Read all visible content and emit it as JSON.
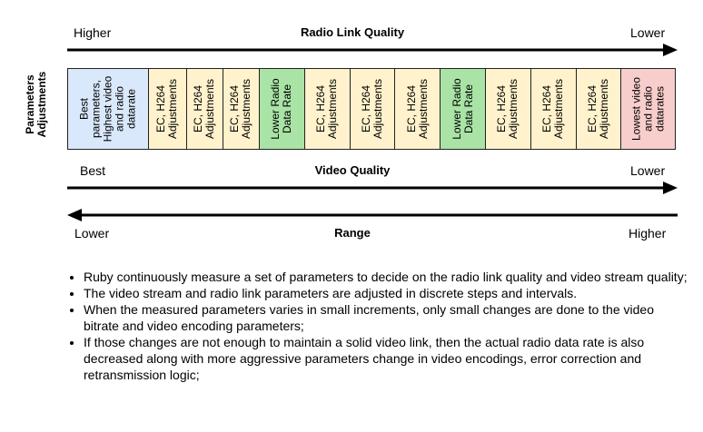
{
  "radio_link": {
    "title": "Radio Link Quality",
    "left": "Higher",
    "right": "Lower"
  },
  "video_quality": {
    "title": "Video Quality",
    "left": "Best",
    "right": "Lower"
  },
  "range": {
    "title": "Range",
    "left": "Lower",
    "right": "Higher"
  },
  "side_title_lines": [
    "Parameters",
    "Adjustments"
  ],
  "cells": [
    {
      "color": "blue",
      "lines": [
        "Best",
        "parameters,",
        "Highest video",
        "and radio",
        "datarate"
      ]
    },
    {
      "color": "yellow",
      "lines": [
        "EC, H264",
        "Adjustments"
      ]
    },
    {
      "color": "yellow",
      "lines": [
        "EC, H264",
        "Adjustments"
      ]
    },
    {
      "color": "yellow",
      "lines": [
        "EC, H264",
        "Adjustments"
      ]
    },
    {
      "color": "green",
      "lines": [
        "Lower Radio",
        "Data Rate"
      ]
    },
    {
      "color": "yellow",
      "lines": [
        "EC, H264",
        "Adjustments"
      ]
    },
    {
      "color": "yellow",
      "lines": [
        "EC, H264",
        "Adjustments"
      ]
    },
    {
      "color": "yellow",
      "lines": [
        "EC, H264",
        "Adjustments"
      ]
    },
    {
      "color": "green",
      "lines": [
        "Lower Radio",
        "Data Rate"
      ]
    },
    {
      "color": "yellow",
      "lines": [
        "EC, H264",
        "Adjustments"
      ]
    },
    {
      "color": "yellow",
      "lines": [
        "EC, H264",
        "Adjustments"
      ]
    },
    {
      "color": "yellow",
      "lines": [
        "EC, H264",
        "Adjustments"
      ]
    },
    {
      "color": "red",
      "lines": [
        "Lowest video",
        "and radio",
        "datarates"
      ]
    }
  ],
  "colors": {
    "blue": "#dae8fc",
    "yellow": "#fff2cc",
    "green": "#a9e3a5",
    "red": "#f8cecc"
  },
  "bullets": [
    "Ruby continuously measure a set of parameters to decide on the radio link quality and video stream quality;",
    "The video stream and radio link parameters are adjusted in discrete steps and intervals.",
    "When the measured parameters varies in small increments, only small changes are done to the video bitrate and video encoding parameters;",
    "If those changes are not enough to maintain a solid video link, then the actual radio data rate is also decreased along with more aggressive parameters change in video encodings, error correction and retransmission logic;"
  ]
}
